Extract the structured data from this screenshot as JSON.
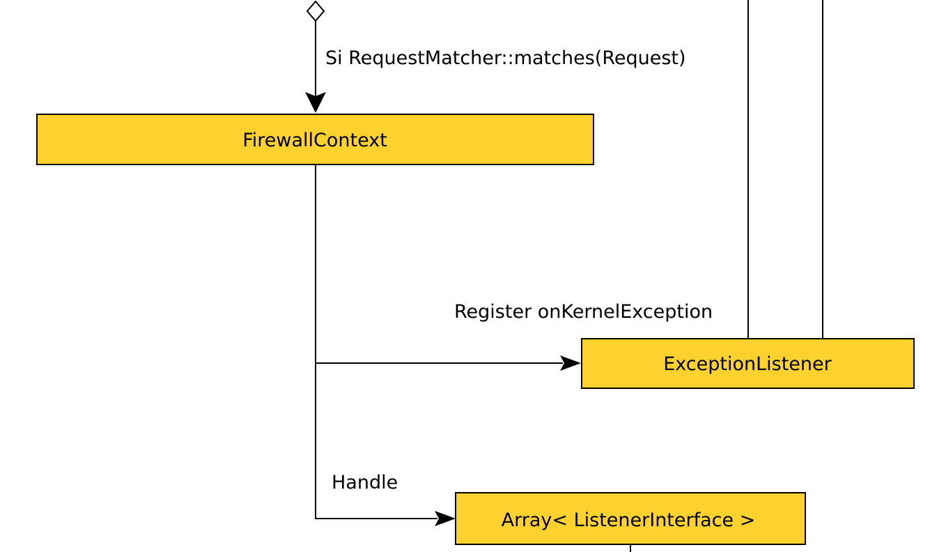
{
  "colors": {
    "node_fill": "#fdd22f",
    "stroke": "#000000",
    "background": "#ffffff"
  },
  "nodes": {
    "firewall_context": "FirewallContext",
    "exception_listener": "ExceptionListener",
    "listener_array": "Array< ListenerInterface >"
  },
  "edges": {
    "request_matcher": "Si RequestMatcher::matches(Request)",
    "register_exception": "Register onKernelException",
    "handle": "Handle"
  }
}
